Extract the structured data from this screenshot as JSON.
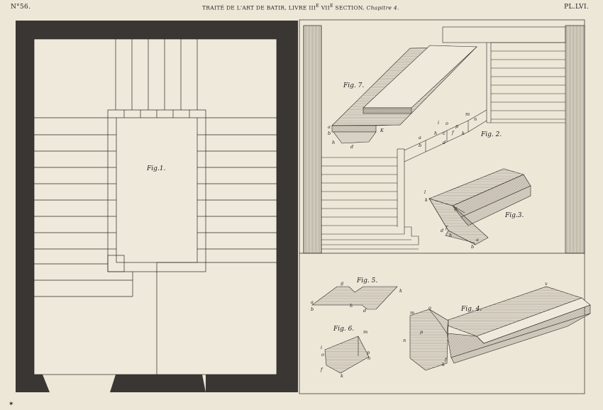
{
  "header": {
    "plate_number": "N°56.",
    "title_main": "TRAITÉ DE L'ART DE BATIR, LIVRE III",
    "title_sup1": "E",
    "title_mid": " VII",
    "title_sup2": "E",
    "title_section": " SECTION, ",
    "title_chapter": "Chapitre 4.",
    "plate_label": "PL.LVI."
  },
  "figures": {
    "fig1": "Fig.1.",
    "fig2": "Fig. 2.",
    "fig3": "Fig.3.",
    "fig4": "Fig. 4.",
    "fig5": "Fig. 5.",
    "fig6": "Fig. 6.",
    "fig7": "Fig. 7."
  },
  "letters": {
    "fig7": {
      "a": "a",
      "b": "b",
      "h": "h",
      "d": "d",
      "K": "K"
    },
    "fig2": {
      "m": "m",
      "n": "n",
      "i": "i",
      "o": "o",
      "p": "p",
      "a": "a",
      "b": "b",
      "h": "h",
      "c": "c",
      "f": "f",
      "k": "k",
      "d": "d"
    },
    "fig3": {
      "l": "l",
      "k": "k",
      "g": "g",
      "d": "d",
      "f": "f",
      "h": "h",
      "a": "a",
      "b": "b"
    },
    "fig5": {
      "a": "a",
      "b": "b",
      "g": "g",
      "h": "h",
      "d": "d",
      "k": "k"
    },
    "fig6": {
      "i": "i",
      "o": "o",
      "m": "m",
      "p": "p",
      "n": "n",
      "f": "f",
      "k": "k"
    },
    "fig4": {
      "m": "m",
      "n": "n",
      "p": "p",
      "o": "o",
      "f": "f",
      "k": "k",
      "v": "v"
    }
  },
  "corner_mark": "✶",
  "colors": {
    "paper": "#ede7d8",
    "ink": "#2a2724",
    "wall": "#3a3633",
    "shade": "#c9c3b6"
  }
}
